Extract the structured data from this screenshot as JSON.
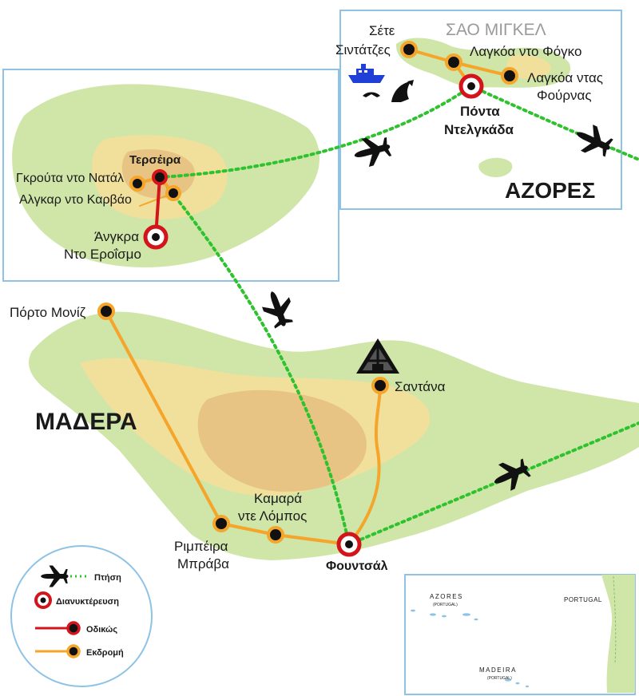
{
  "colors": {
    "land": "#cfe6a8",
    "land_mid": "#f0e09c",
    "land_high": "#e7c483",
    "sea": "#ffffff",
    "inset_border": "#8ec3e6",
    "flight": "#2fc22f",
    "road": "#d3151b",
    "excursion": "#f4a52a",
    "dot": "#111111"
  },
  "madeira": {
    "title": "ΜΑΔΕΡΑ",
    "places": {
      "porto_moniz": "Πόρτο Μονίζ",
      "santana": "Σαντάνα",
      "camara_line1": "Καμαρά",
      "camara_line2": "ντε Λόμπος",
      "ribeira_line1": "Ριμπέιρα",
      "ribeira_line2": "Μπράβα",
      "funchal": "Φουντσάλ"
    }
  },
  "terceira": {
    "places": {
      "terceira": "Τερσέιρα",
      "gruta": "Γκρούτα ντο Νατάλ",
      "algar": "Αλγκαρ ντο Καρβάο",
      "angra_line1": "Άνγκρα",
      "angra_line2": "Ντο Εροΐσμο"
    }
  },
  "sao_miguel": {
    "title": "ΣΑΟ ΜΙΓΚΕΛ",
    "region": "ΑΖΟΡΕΣ",
    "places": {
      "sete_line1": "Σέτε",
      "sete_line2": "Σιντάτζες",
      "fogo": "Λαγκόα ντο Φόγκο",
      "furnas_line1": "Λαγκόα ντας",
      "furnas_line2": "Φούρνας",
      "ponta_line1": "Πόντα",
      "ponta_line2": "Ντελγκάδα"
    }
  },
  "legend": {
    "flight": "Πτήση",
    "stay": "Διανυκτέρευση",
    "road": "Οδικώς",
    "excursion": "Εκδρομή"
  },
  "overview": {
    "azores": "AZORES",
    "azores_sub": "(PORTUGAL)",
    "madeira": "MADEIRA",
    "madeira_sub": "(PORTUGAL)",
    "portugal": "PORTUGAL"
  },
  "icons": [
    "airplane-icon",
    "boat-icon",
    "whale-icon",
    "a-frame-house-icon"
  ]
}
